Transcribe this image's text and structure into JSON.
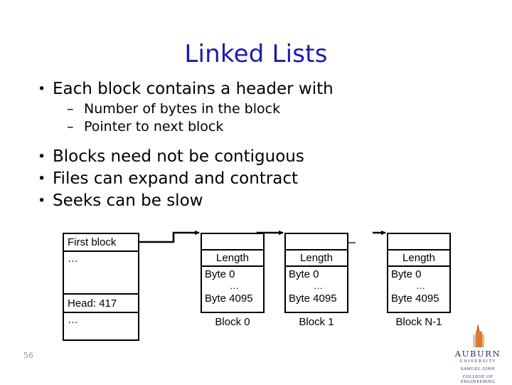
{
  "slide": {
    "title": "Linked Lists",
    "title_color": "#1a1ab4",
    "number": "56"
  },
  "bullets": [
    {
      "level": 1,
      "text": "Each block contains a header with",
      "marker": "•"
    },
    {
      "level": 2,
      "text": "Number of bytes in the block",
      "marker": "–"
    },
    {
      "level": 2,
      "text": "Pointer to next block",
      "marker": "–"
    },
    {
      "level": 1,
      "text": "Blocks need not be contiguous",
      "marker": "•"
    },
    {
      "level": 1,
      "text": "Files can expand and contract",
      "marker": "•"
    },
    {
      "level": 1,
      "text": "Seeks can be slow",
      "marker": "•"
    }
  ],
  "diagram": {
    "first_block_table": {
      "rows": [
        "First block",
        "…",
        "Head: 417",
        "…"
      ]
    },
    "blocks": [
      {
        "pointer": "",
        "length_label": "Length",
        "byte_first": "Byte 0",
        "byte_dots": "…",
        "byte_last": "Byte 4095",
        "label": "Block 0"
      },
      {
        "pointer": "",
        "length_label": "Length",
        "byte_first": "Byte 0",
        "byte_dots": "…",
        "byte_last": "Byte 4095",
        "label": "Block 1"
      },
      {
        "pointer": "",
        "length_label": "Length",
        "byte_first": "Byte 0",
        "byte_dots": "…",
        "byte_last": "Byte 4095",
        "label": "Block N-1"
      }
    ],
    "line_color": "#000000"
  },
  "logo": {
    "wordmark": "AUBURN",
    "subtitle": "UNIVERSITY",
    "college_line1": "SAMUEL GINN",
    "college_line2": "COLLEGE OF ENGINEERING",
    "mark_color": "#dd7a33",
    "text_color": "#1d2d56"
  }
}
